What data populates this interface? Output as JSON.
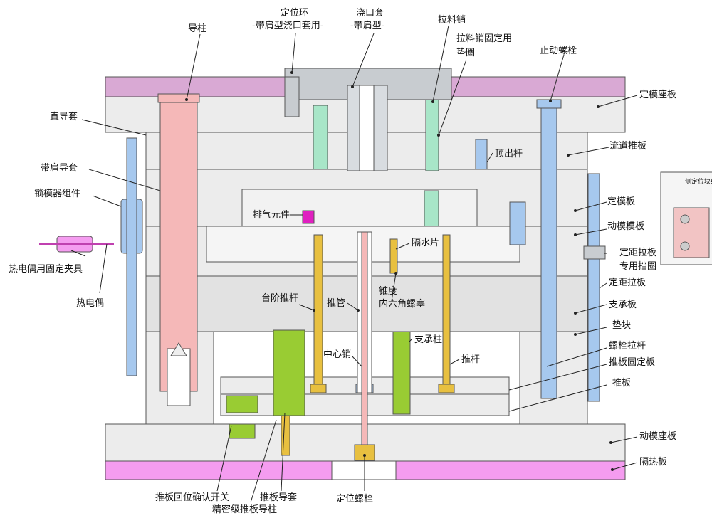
{
  "colors": {
    "clamp_plate": "#d9a9d4",
    "insulation": "#f59cf0",
    "guide_pillar": "#f5b8b8",
    "blue_part": "#a6c8ee",
    "green_part": "#a8e6c8",
    "yellow_part": "#e8c040",
    "olive_part": "#99cc33",
    "magenta_part": "#e020c0",
    "gray_part": "#c8ccd0"
  },
  "labels": {
    "guide_pillar": "导柱",
    "locating_ring": "定位环",
    "locating_ring_sub": "-带肩型浇口套用-",
    "sprue_bushing": "浇口套",
    "sprue_bushing_sub": "-带肩型-",
    "puller_pin": "拉料销",
    "puller_washer_1": "拉料销固定用",
    "puller_washer_2": "垫圈",
    "stop_bolt": "止动螺栓",
    "top_clamp_plate": "定模座板",
    "straight_bushing": "直导套",
    "runner_stripper": "流道推板",
    "ejector_pin_top": "顶出杆",
    "shoulder_bushing": "带肩导套",
    "mold_lock": "锁模器组件",
    "cavity_plate": "定模板",
    "vent": "排气元件",
    "core_plate": "动模模板",
    "thermocouple_clamp": "热电偶用固定夹具",
    "baffle": "隔水片",
    "puller_bolt_1": "定距拉板",
    "puller_bolt_2": "专用挡圈",
    "distance_plate": "定距拉板",
    "thermocouple": "热电偶",
    "step_pin": "台阶推杆",
    "sleeve": "推管",
    "taper_plug_1": "锥度",
    "taper_plug_2": "内六角螺塞",
    "support_plate": "支承板",
    "spacer_block": "垫块",
    "support_pillar": "支承柱",
    "center_pin": "中心销",
    "ejector_pin": "推杆",
    "bolt_puller": "螺栓拉杆",
    "ejector_retainer": "推板固定板",
    "ejector_plate": "推板",
    "bottom_clamp_plate": "动模座板",
    "insulation_plate": "隔热板",
    "return_switch": "推板回位确认开关",
    "ejector_bushing": "推板导套",
    "precision_guide": "精密级推板导柱",
    "locating_bolt": "定位螺栓",
    "side_lock_inset": "侧定位块组"
  }
}
